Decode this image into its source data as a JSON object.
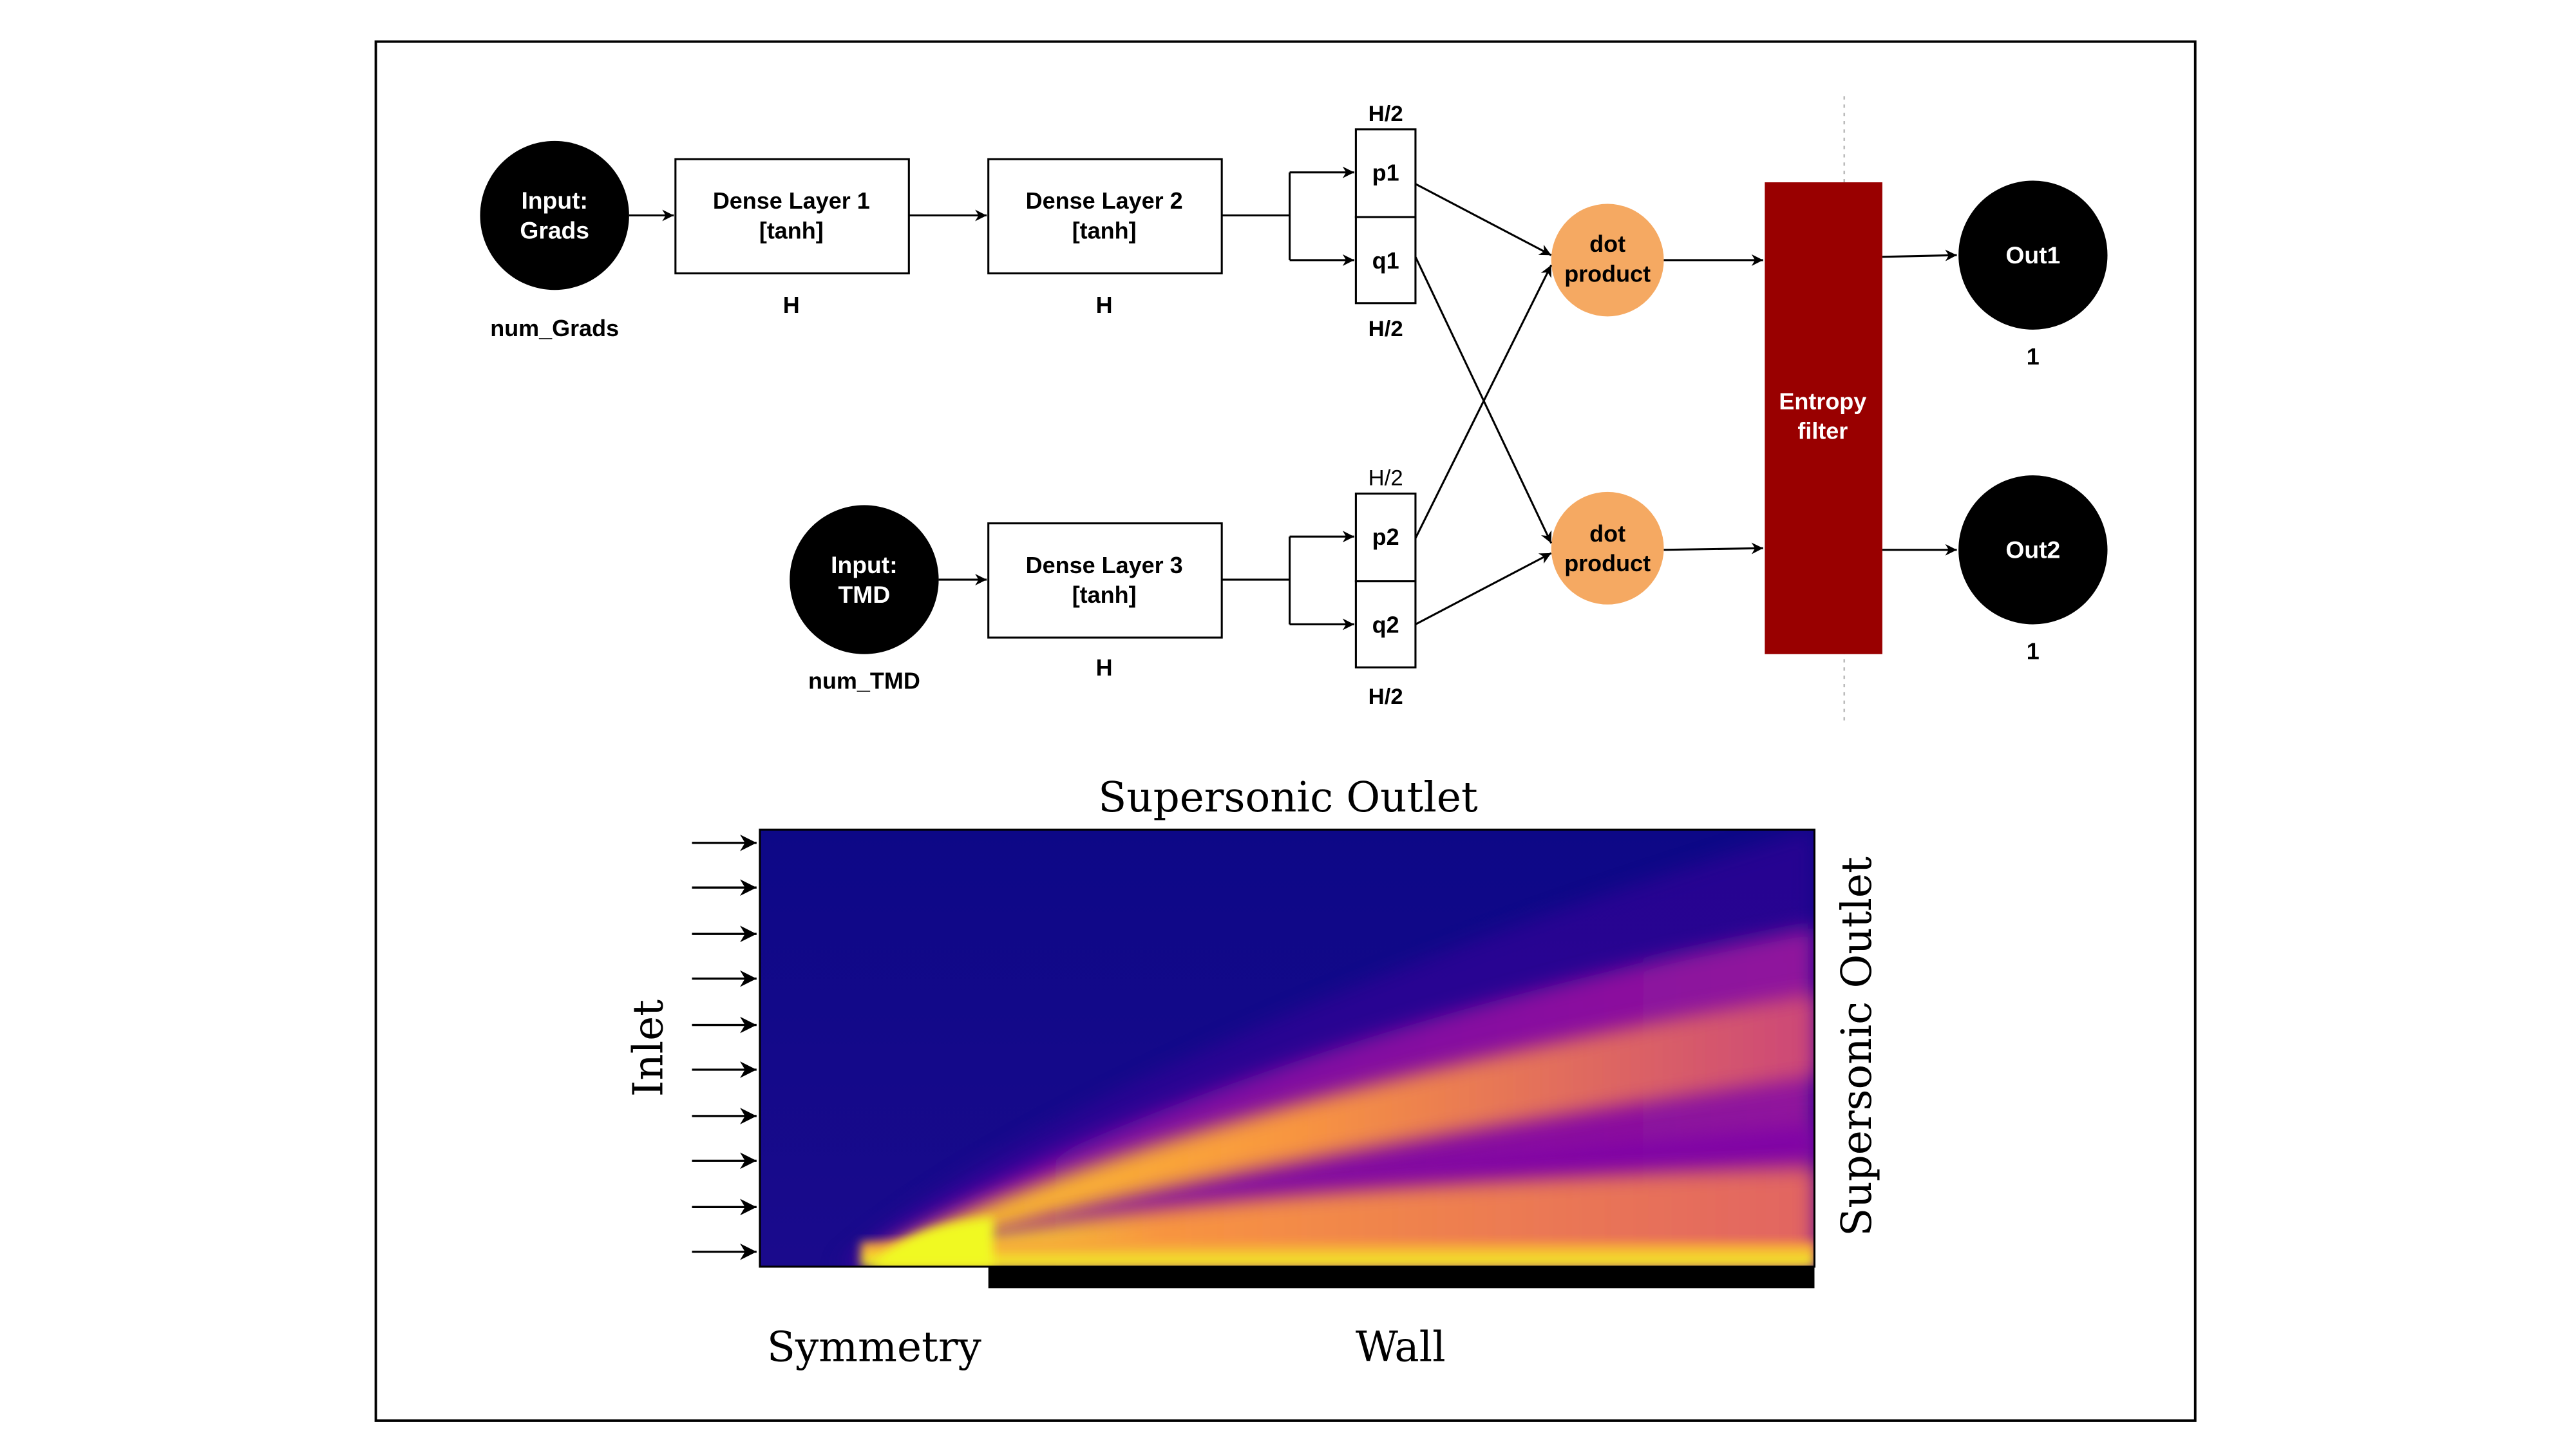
{
  "network": {
    "input_grads": {
      "line1": "Input:",
      "line2": "Grads",
      "dim": "num_Grads"
    },
    "input_tmd": {
      "line1": "Input:",
      "line2": "TMD",
      "dim": "num_TMD"
    },
    "dense1": {
      "line1": "Dense Layer 1",
      "line2": "[tanh]",
      "dim": "H"
    },
    "dense2": {
      "line1": "Dense Layer 2",
      "line2": "[tanh]",
      "dim": "H"
    },
    "dense3": {
      "line1": "Dense Layer 3",
      "line2": "[tanh]",
      "dim": "H"
    },
    "split_top": {
      "p": "p1",
      "q": "q1",
      "dim_top": "H/2",
      "dim_bottom": "H/2"
    },
    "split_bottom": {
      "p": "p2",
      "q": "q2",
      "dim_top": "H/2",
      "dim_bottom": "H/2"
    },
    "dot_top": {
      "line1": "dot",
      "line2": "product"
    },
    "dot_bottom": {
      "line1": "dot",
      "line2": "product"
    },
    "entropy": {
      "line1": "Entropy",
      "line2": "filter"
    },
    "out1": {
      "label": "Out1",
      "dim": "1"
    },
    "out2": {
      "label": "Out2",
      "dim": "1"
    }
  },
  "domain": {
    "top_label": "Supersonic Outlet",
    "right_label": "Supersonic Outlet",
    "left_label": "Inlet",
    "symmetry_label": "Symmetry",
    "wall_label": "Wall",
    "inlet_arrow_count": 10
  },
  "colors": {
    "node_black": "#000000",
    "dot_product": "#f5a962",
    "entropy_filter": "#990000",
    "field_low": "#0d0887",
    "field_high": "#f0f921"
  }
}
